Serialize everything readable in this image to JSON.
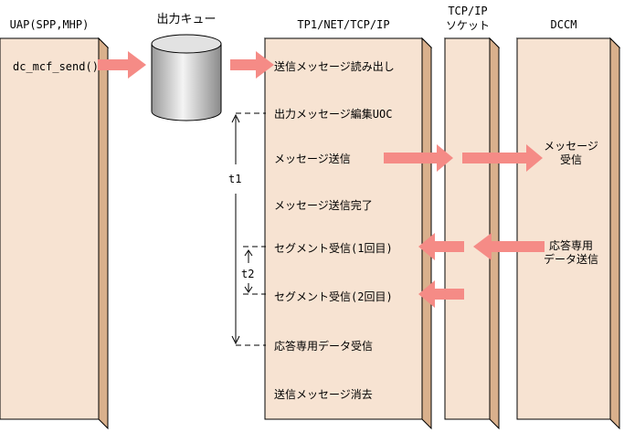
{
  "columns": {
    "uap": "UAP(SPP,MHP)",
    "queue": "出力キュー",
    "tp1": "TP1/NET/TCP/IP",
    "tcpip_line1": "TCP/IP",
    "tcpip_line2": "ソケット",
    "dccm": "DCCM"
  },
  "uap_call": "dc_mcf_send()",
  "steps": [
    "送信メッセージ読み出し",
    "出力メッセージ編集UOC",
    "メッセージ送信",
    "メッセージ送信完了",
    "セグメント受信(1回目)",
    "セグメント受信(2回目)",
    "応答専用データ受信",
    "送信メッセージ消去"
  ],
  "dccm_receive": [
    "メッセージ",
    "受信"
  ],
  "dccm_send": [
    "応答専用",
    "データ送信"
  ],
  "timers": {
    "t1": "t1",
    "t2": "t2"
  },
  "colors": {
    "bar_fill": "#f7e3d2",
    "bar_side": "#d9b08c",
    "arrow": "#f58b86"
  }
}
